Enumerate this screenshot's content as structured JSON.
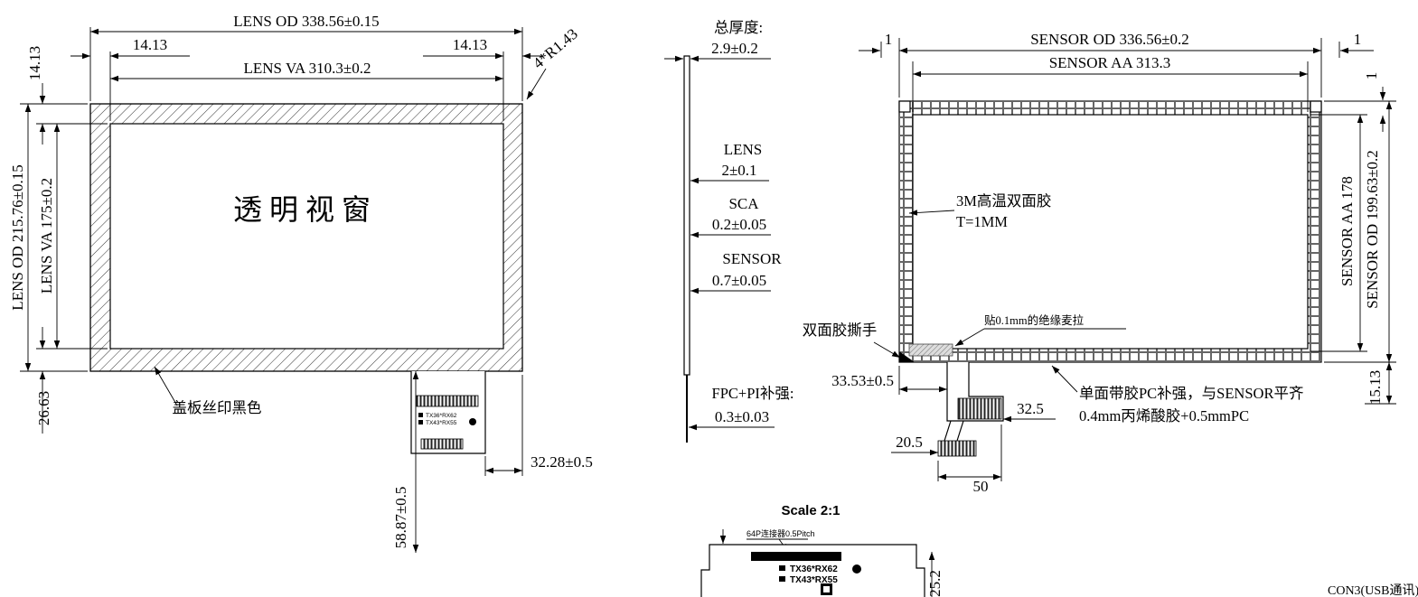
{
  "lens_view": {
    "od_width": "LENS OD 338.56±0.15",
    "va_width": "LENS VA 310.3±0.2",
    "margin_left": "14.13",
    "margin_right": "14.13",
    "margin_top": "14.13",
    "margin_bottom": "26.63",
    "od_height": "LENS OD 215.76±0.15",
    "va_height": "LENS VA 175±0.2",
    "corner_radius": "4*R1.43",
    "window_label": "透明视窗",
    "silkscreen_note": "盖板丝印黑色",
    "tail_length": "58.87±0.5",
    "tail_offset": "32.28±0.5",
    "fpc_label_1": "TX36*RX62",
    "fpc_label_2": "TX43*RX55"
  },
  "stack_view": {
    "total_label": "总厚度:",
    "total_value": "2.9±0.2",
    "lens_label": "LENS",
    "lens_value": "2±0.1",
    "sca_label": "SCA",
    "sca_value": "0.2±0.05",
    "sensor_label": "SENSOR",
    "sensor_value": "0.7±0.05",
    "fpc_label": "FPC+PI补强:",
    "fpc_value": "0.3±0.03"
  },
  "sensor_view": {
    "od_width": "SENSOR OD 336.56±0.2",
    "aa_width": "SENSOR AA 313.3",
    "margin_left": "1",
    "margin_right": "1",
    "margin_top_right": "1",
    "aa_height": "SENSOR AA 178",
    "od_height": "SENSOR OD 199.63±0.2",
    "corner_bottom": "15.13",
    "tape_note_1": "3M高温双面胶",
    "tape_note_2": "T=1MM",
    "pull_tab_note": "双面胶撕手",
    "mylar_note": "贴0.1mm的绝缘麦拉",
    "pc_note_1": "单面带胶PC补强，与SENSOR平齐",
    "pc_note_2": "0.4mm丙烯酸胶+0.5mmPC",
    "dim_offset": "33.53±0.5",
    "dim_conn_width": "32.5",
    "dim_neck": "20.5",
    "dim_tail": "50"
  },
  "detail_view": {
    "scale_label": "Scale 2:1",
    "connector_note": "64P连接器0.5Pitch",
    "fpc_label_1": "TX36*RX62",
    "fpc_label_2": "TX43*RX55",
    "dim_height": "25.2",
    "con3_label": "CON3(USB通讯)"
  }
}
